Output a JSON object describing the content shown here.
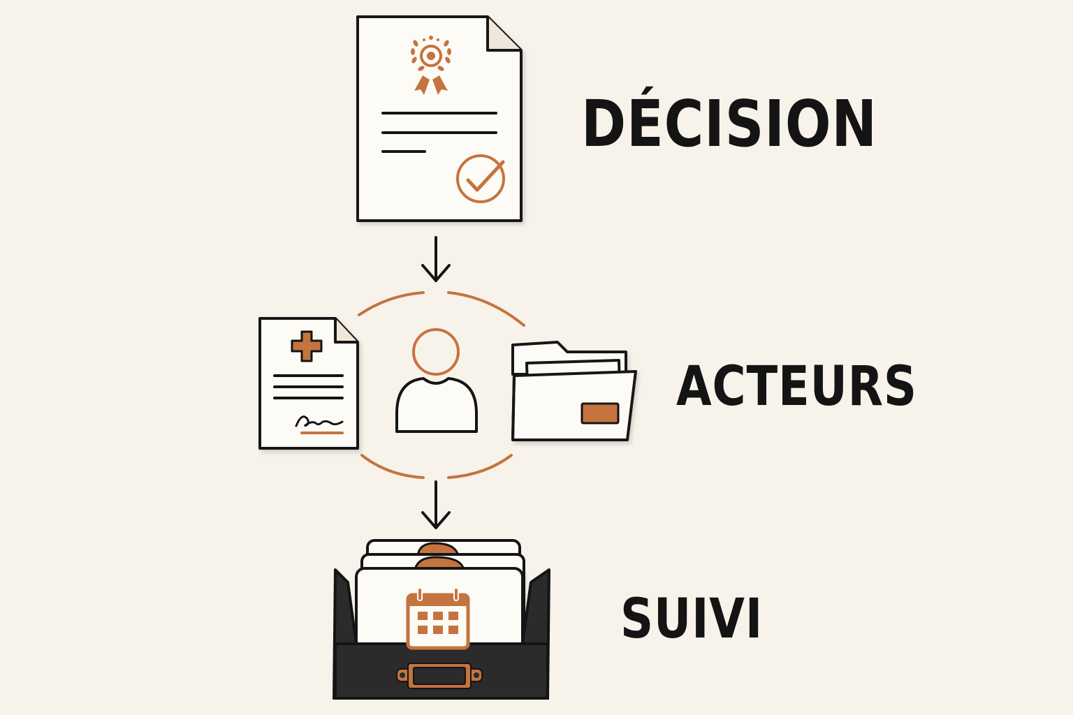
{
  "stages": [
    {
      "id": "decision",
      "label": "DÉCISION",
      "icon": "certificate-document-icon"
    },
    {
      "id": "acteurs",
      "label": "ACTEURS",
      "icon": "user-icon"
    },
    {
      "id": "suivi",
      "label": "SUIVI",
      "icon": "card-file-box-icon"
    }
  ],
  "colors": {
    "background": "#f8f3ea",
    "ink": "#141414",
    "accent": "#c4743f",
    "paper": "#fdfbf6",
    "box": "#2b2b2b"
  },
  "icons": {
    "decision": [
      "certificate-document-icon",
      "award-seal-icon",
      "checkmark-circle-icon"
    ],
    "acteurs": [
      "medical-document-icon",
      "user-icon",
      "folder-icon"
    ],
    "suivi": [
      "card-file-box-icon",
      "calendar-icon"
    ]
  }
}
